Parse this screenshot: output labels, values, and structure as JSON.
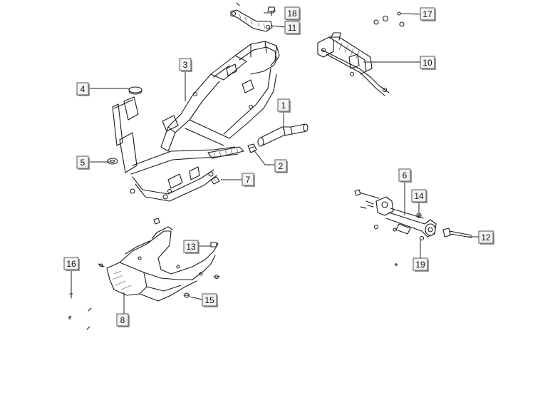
{
  "diagram": {
    "type": "exploded-parts-diagram",
    "callouts": [
      {
        "id": "c18",
        "label": "18"
      },
      {
        "id": "c11",
        "label": "11"
      },
      {
        "id": "c17",
        "label": "17"
      },
      {
        "id": "c10",
        "label": "10"
      },
      {
        "id": "c3",
        "label": "3"
      },
      {
        "id": "c4",
        "label": "4"
      },
      {
        "id": "c1",
        "label": "1"
      },
      {
        "id": "c2",
        "label": "2"
      },
      {
        "id": "c5",
        "label": "5"
      },
      {
        "id": "c7",
        "label": "7"
      },
      {
        "id": "c6",
        "label": "6"
      },
      {
        "id": "c14",
        "label": "14"
      },
      {
        "id": "c12",
        "label": "12"
      },
      {
        "id": "c19",
        "label": "19"
      },
      {
        "id": "c13",
        "label": "13"
      },
      {
        "id": "c16",
        "label": "16"
      },
      {
        "id": "c15",
        "label": "15"
      },
      {
        "id": "c8",
        "label": "8"
      }
    ],
    "parts": [
      {
        "name": "main-frame",
        "callout": "3"
      },
      {
        "name": "rear-bracket",
        "callout": "11"
      },
      {
        "name": "bolt-top",
        "callout": "18"
      },
      {
        "name": "nut-pair",
        "callout": "17"
      },
      {
        "name": "rear-carrier-bracket",
        "callout": "10"
      },
      {
        "name": "rubber-cap",
        "callout": "4"
      },
      {
        "name": "tube",
        "callout": "1"
      },
      {
        "name": "clip",
        "callout": "2"
      },
      {
        "name": "grommet",
        "callout": "5"
      },
      {
        "name": "small-clip",
        "callout": "7"
      },
      {
        "name": "engine-mount-link",
        "callout": "6"
      },
      {
        "name": "washer",
        "callout": "14"
      },
      {
        "name": "long-bolt",
        "callout": "12"
      },
      {
        "name": "nut",
        "callout": "19"
      },
      {
        "name": "spacer",
        "callout": "13"
      },
      {
        "name": "screw",
        "callout": "16"
      },
      {
        "name": "screw-small",
        "callout": "15"
      },
      {
        "name": "footboard-support",
        "callout": "8"
      }
    ]
  }
}
